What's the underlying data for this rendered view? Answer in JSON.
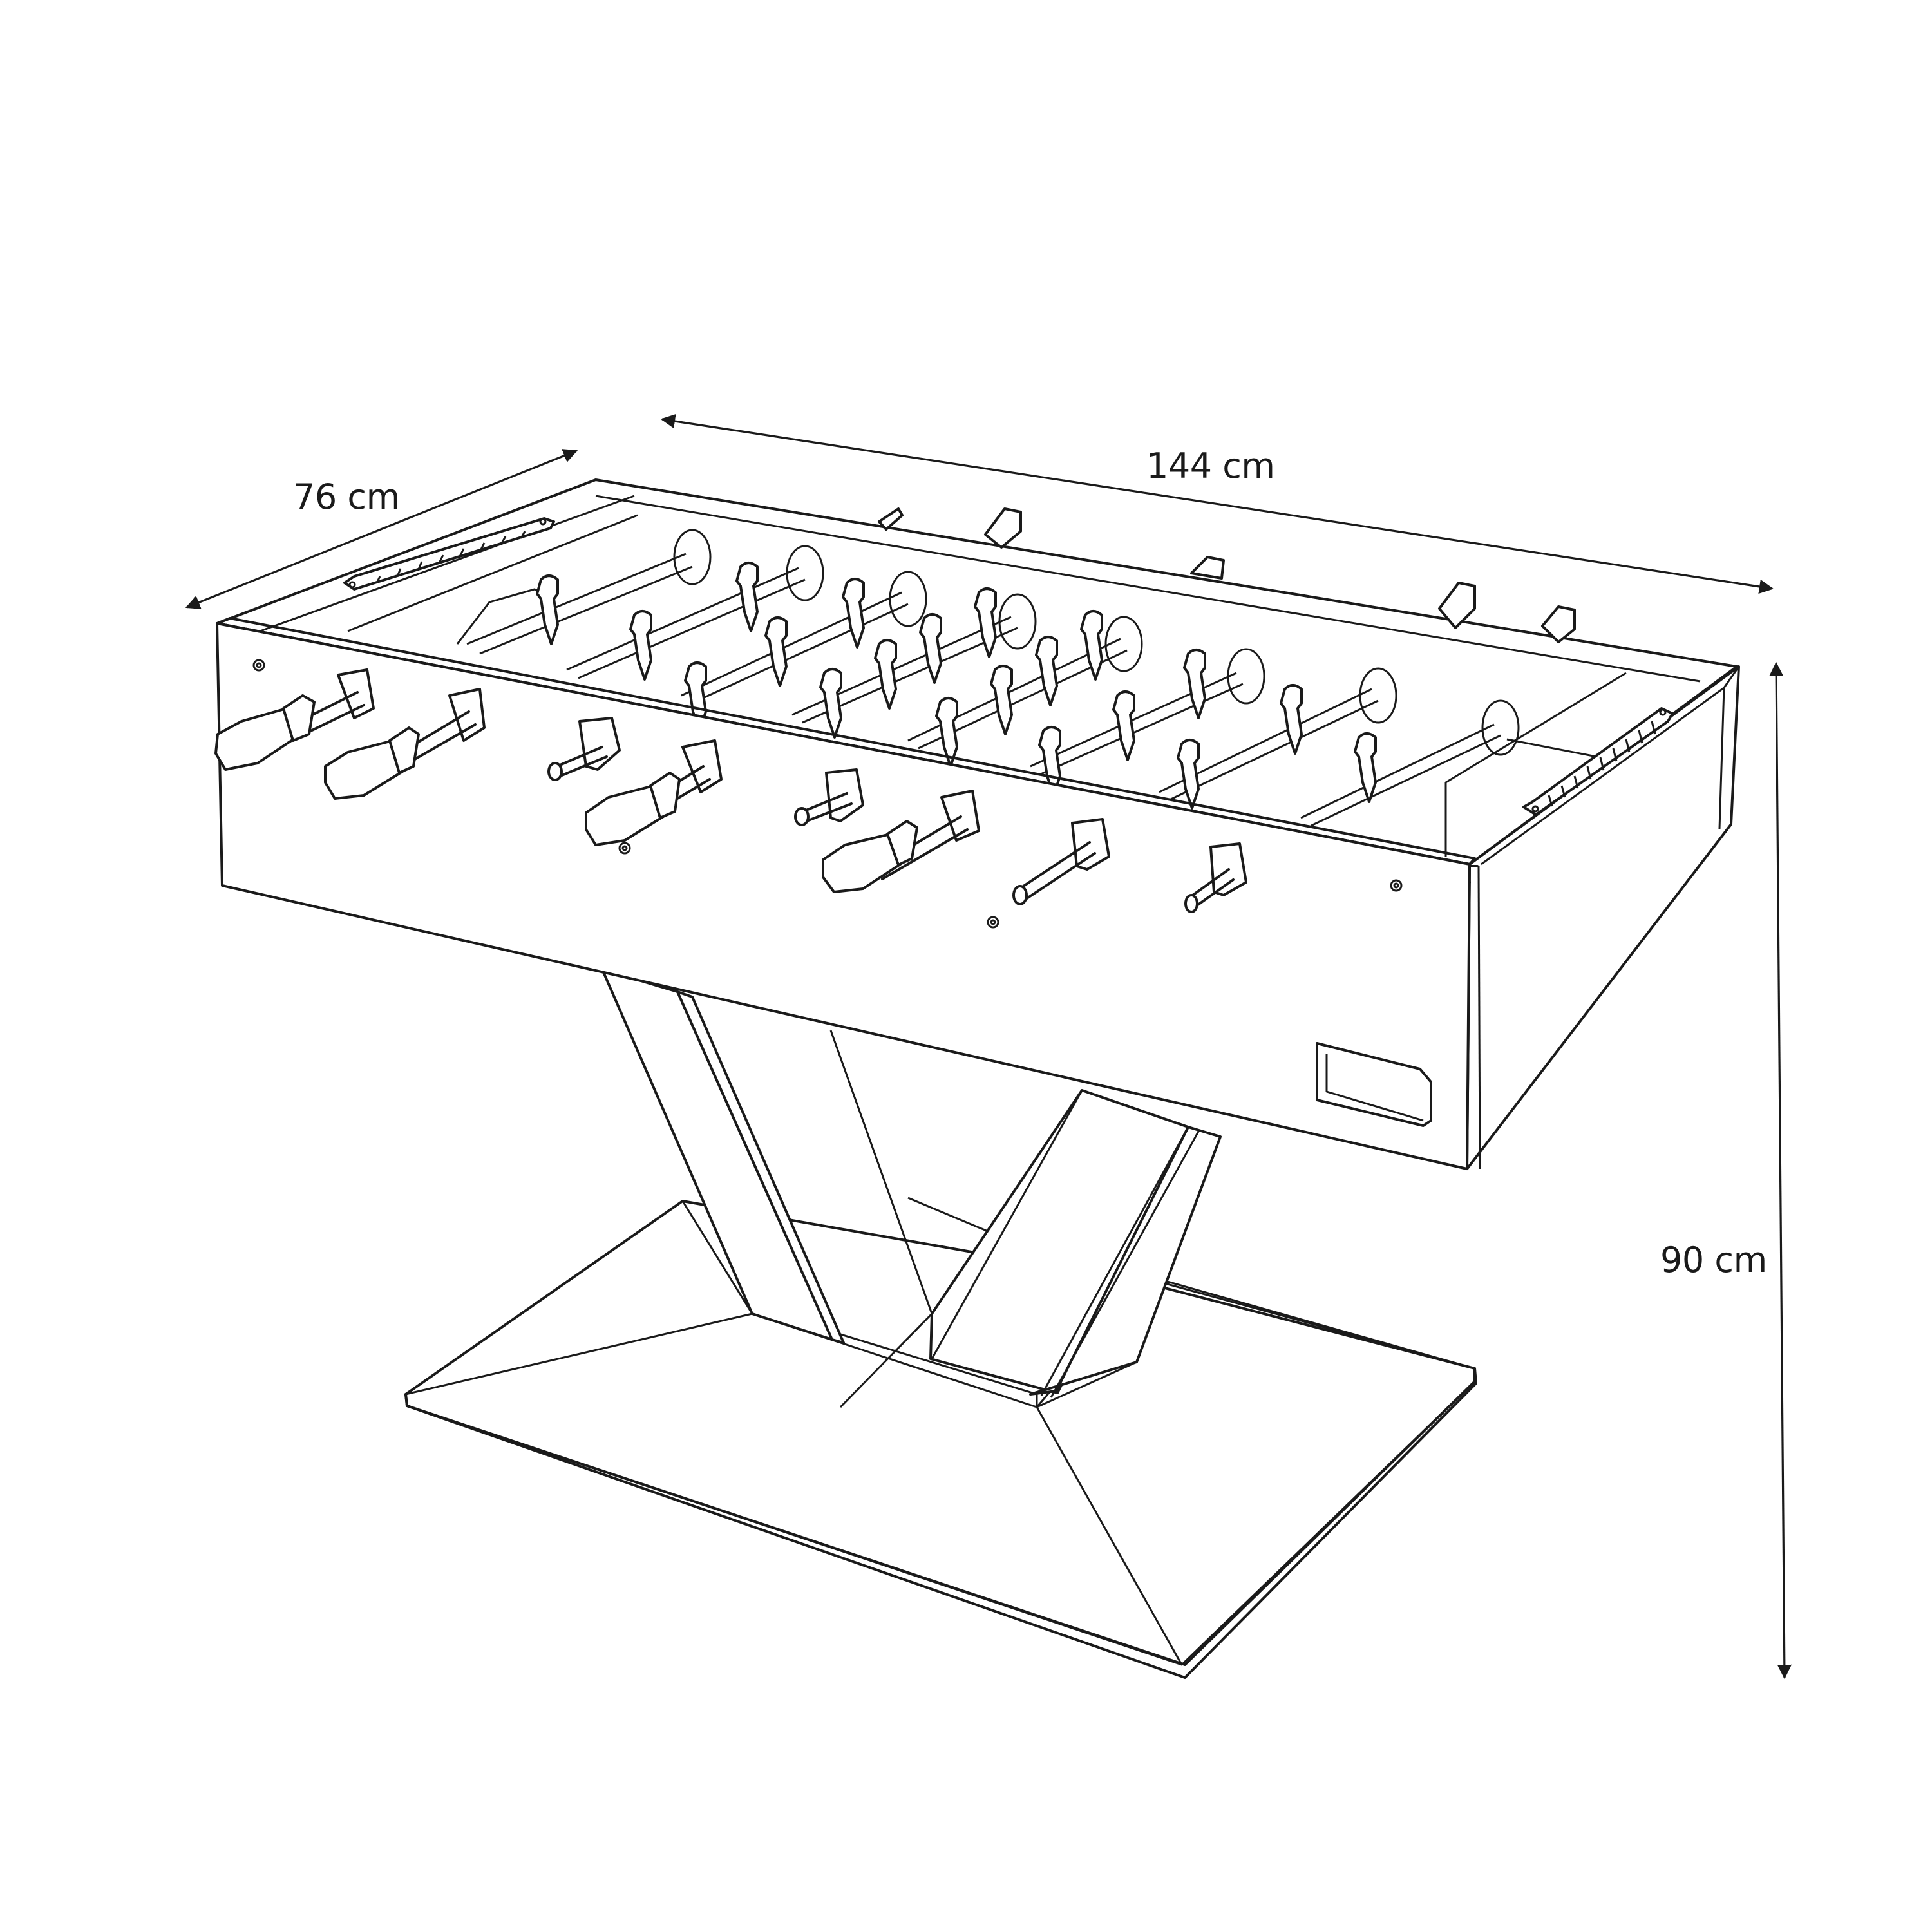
{
  "figure": {
    "subject": "Foosball table dimension drawing",
    "line_color": "#1a1a1a",
    "background": "#ffffff"
  },
  "dimensions": {
    "width": {
      "label": "76 cm",
      "value": 76,
      "unit": "cm"
    },
    "length": {
      "label": "144 cm",
      "value": 144,
      "unit": "cm"
    },
    "height": {
      "label": "90 cm",
      "value": 90,
      "unit": "cm"
    }
  },
  "components": {
    "rods_front_visible": 8,
    "score_counters": 2,
    "ball_return": 1
  }
}
